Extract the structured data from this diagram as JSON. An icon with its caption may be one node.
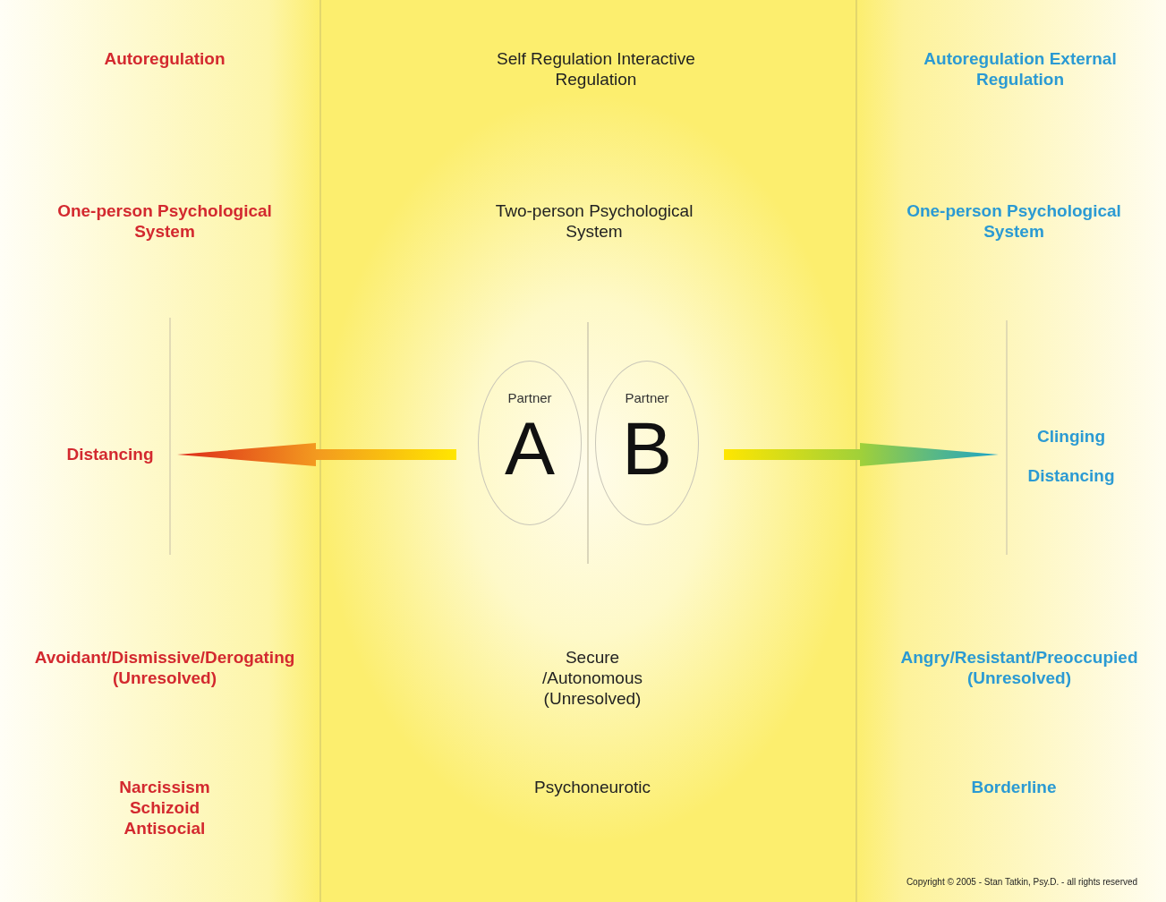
{
  "diagram": {
    "nodes": [
      {
        "text": [
          "Partner",
          "A"
        ]
      },
      {
        "text": [
          "Partner",
          "B"
        ]
      },
      {
        "text": [
          "Distancing"
        ]
      },
      {
        "text": [
          "Clinging",
          "Distancing"
        ]
      }
    ],
    "edges": [
      {
        "from": 0,
        "to": 2,
        "arrow": "to"
      },
      {
        "from": 1,
        "to": 3,
        "arrow": "to"
      }
    ],
    "labels": [
      "Autoregulation",
      "Self Regulation Interactive Regulation",
      "Autoregulation External Regulation",
      "One-person Psychological System",
      "Two-person Psychological System",
      "One-person Psychological System",
      "Avoidant/Dismissive/Derogating (Unresolved)",
      "Secure /Autonomous (Unresolved)",
      "Angry/Resistant/Preoccupied (Unresolved)",
      "Narcissism Schizoid Antisocial",
      "Psychoneurotic",
      "Borderline",
      "Copyright © 2005 - Stan Tatkin, Psy.D. - all rights reserved"
    ]
  }
}
